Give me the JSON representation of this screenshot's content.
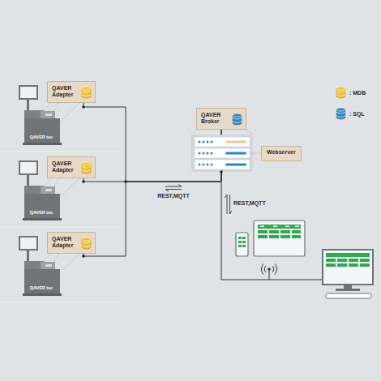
{
  "diagram": {
    "nodes": [
      {
        "text": [
          "QAVER Adapter"
        ]
      },
      {
        "text": [
          "QAVER Adapter"
        ]
      },
      {
        "text": [
          "QAVER Adapter"
        ]
      },
      {
        "text": [
          "QAVER Broker"
        ]
      },
      {
        "text": [
          "Webserver"
        ]
      }
    ],
    "edges": [
      {
        "from": 0,
        "to": 3,
        "arrow": "none"
      },
      {
        "from": 1,
        "to": 3,
        "label": "REST,MQTT",
        "arrow": "none"
      },
      {
        "from": 2,
        "to": 3,
        "arrow": "none"
      }
    ],
    "labels": [
      "QAVER tec",
      "QAVER tec",
      "QAVER tec",
      "REST,MQTT"
    ],
    "legend": [
      {
        "text": ": MDB",
        "color": "#f2c12e"
      },
      {
        "text": ": SQL",
        "color": "#2a86c8"
      }
    ]
  }
}
